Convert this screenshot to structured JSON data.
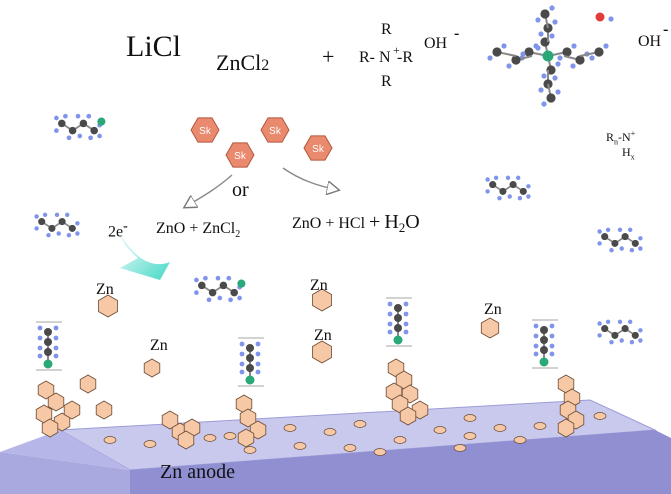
{
  "reagents": {
    "licl": "LiCl",
    "zncl2_base": "ZnCl",
    "zncl2_sub": "2",
    "plus": "+",
    "ammonium": {
      "r_top": "R",
      "r_left": "R-",
      "n": "N",
      "n_charge": "+",
      "r_right": "-R",
      "r_bottom": "R",
      "hydroxide": "OH",
      "hydroxide_charge": "-"
    },
    "hydroxide_right": "OH",
    "hydroxide_right_charge": "-",
    "amine_label": {
      "r": "R",
      "r_sub": "n",
      "n": "-N",
      "charge": "+",
      "h": "H",
      "h_sub": "x"
    }
  },
  "sk_label": "Sk",
  "branch_word": "or",
  "left_products": {
    "electrons": "2e",
    "electrons_charge": "-",
    "text": "ZnO + ZnCl",
    "sub": "2"
  },
  "right_products": {
    "zno": "ZnO",
    "plus1": "+",
    "hcl": "HCl",
    "plus2": "+",
    "h2o": "H",
    "h2o_sub": "2",
    "h2o_tail": "O"
  },
  "zn_label": "Zn",
  "anode_label": "Zn anode",
  "colors": {
    "sk": "#e98a6e",
    "sk_stroke": "#b7553d",
    "sk_text": "#ffffff",
    "zn_hex": "#f6c8a6",
    "zn_hex_stroke": "#6b4a33",
    "anode_top": "#c8c8ec",
    "anode_front": "#8e8ed0",
    "anode_side": "#a7a7dd",
    "arrow_teal": "#2fd3c0",
    "atom_c": "#4a4a4a",
    "atom_h": "#7f94ea",
    "atom_n": "#2aa877",
    "atom_o": "#e23b3b"
  }
}
